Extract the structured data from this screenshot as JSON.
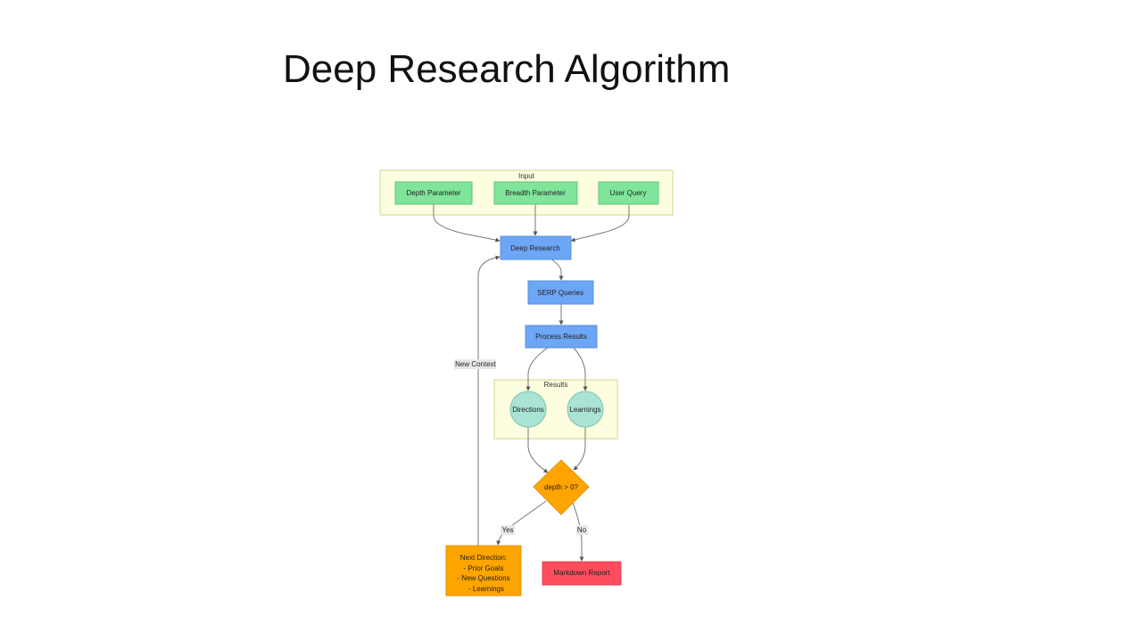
{
  "title": "Deep Research Algorithm",
  "groups": {
    "input": "Input",
    "results": "Results"
  },
  "nodes": {
    "depth_parameter": "Depth Parameter",
    "breadth_parameter": "Breadth Parameter",
    "user_query": "User Query",
    "deep_research": "Deep Research",
    "serp_queries": "SERP Queries",
    "process_results": "Process Results",
    "directions": "Directions",
    "learnings": "Learnings",
    "decision": "depth > 0?",
    "next_direction": {
      "line1": "Next Direction:",
      "line2": "- Prior Goals",
      "line3": "- New Questions",
      "line4": "- Learnings"
    },
    "markdown_report": "Markdown Report"
  },
  "edge_labels": {
    "new_context": "New Context",
    "yes": "Yes",
    "no": "No"
  },
  "colors": {
    "group_fill": "#fdfde0",
    "group_stroke": "#d6d68a",
    "input_node_fill": "#7fe59a",
    "input_node_stroke": "#5fc77a",
    "process_node_fill": "#6ea6f6",
    "process_node_stroke": "#5a90dd",
    "result_node_fill": "#a9e4d4",
    "result_node_stroke": "#7cc4b0",
    "decision_fill": "#ffa500",
    "next_direction_fill": "#ffa500",
    "report_fill": "#ff4d5e"
  }
}
